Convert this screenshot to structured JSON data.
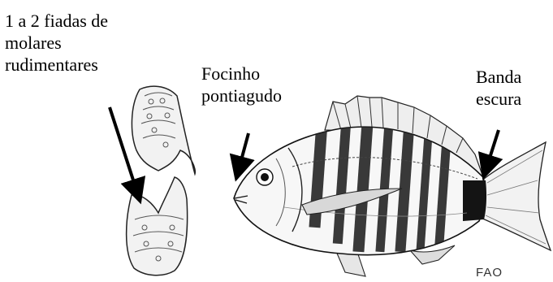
{
  "labels": {
    "molars": "1 a 2 fiadas de\nmolares\nrudimentares",
    "snout": "Focinho\npontiagudo",
    "band": "Banda\nescura"
  },
  "credit": "FAO",
  "colors": {
    "ink": "#000000",
    "band": "#1a1a1a",
    "paper": "#ffffff"
  }
}
